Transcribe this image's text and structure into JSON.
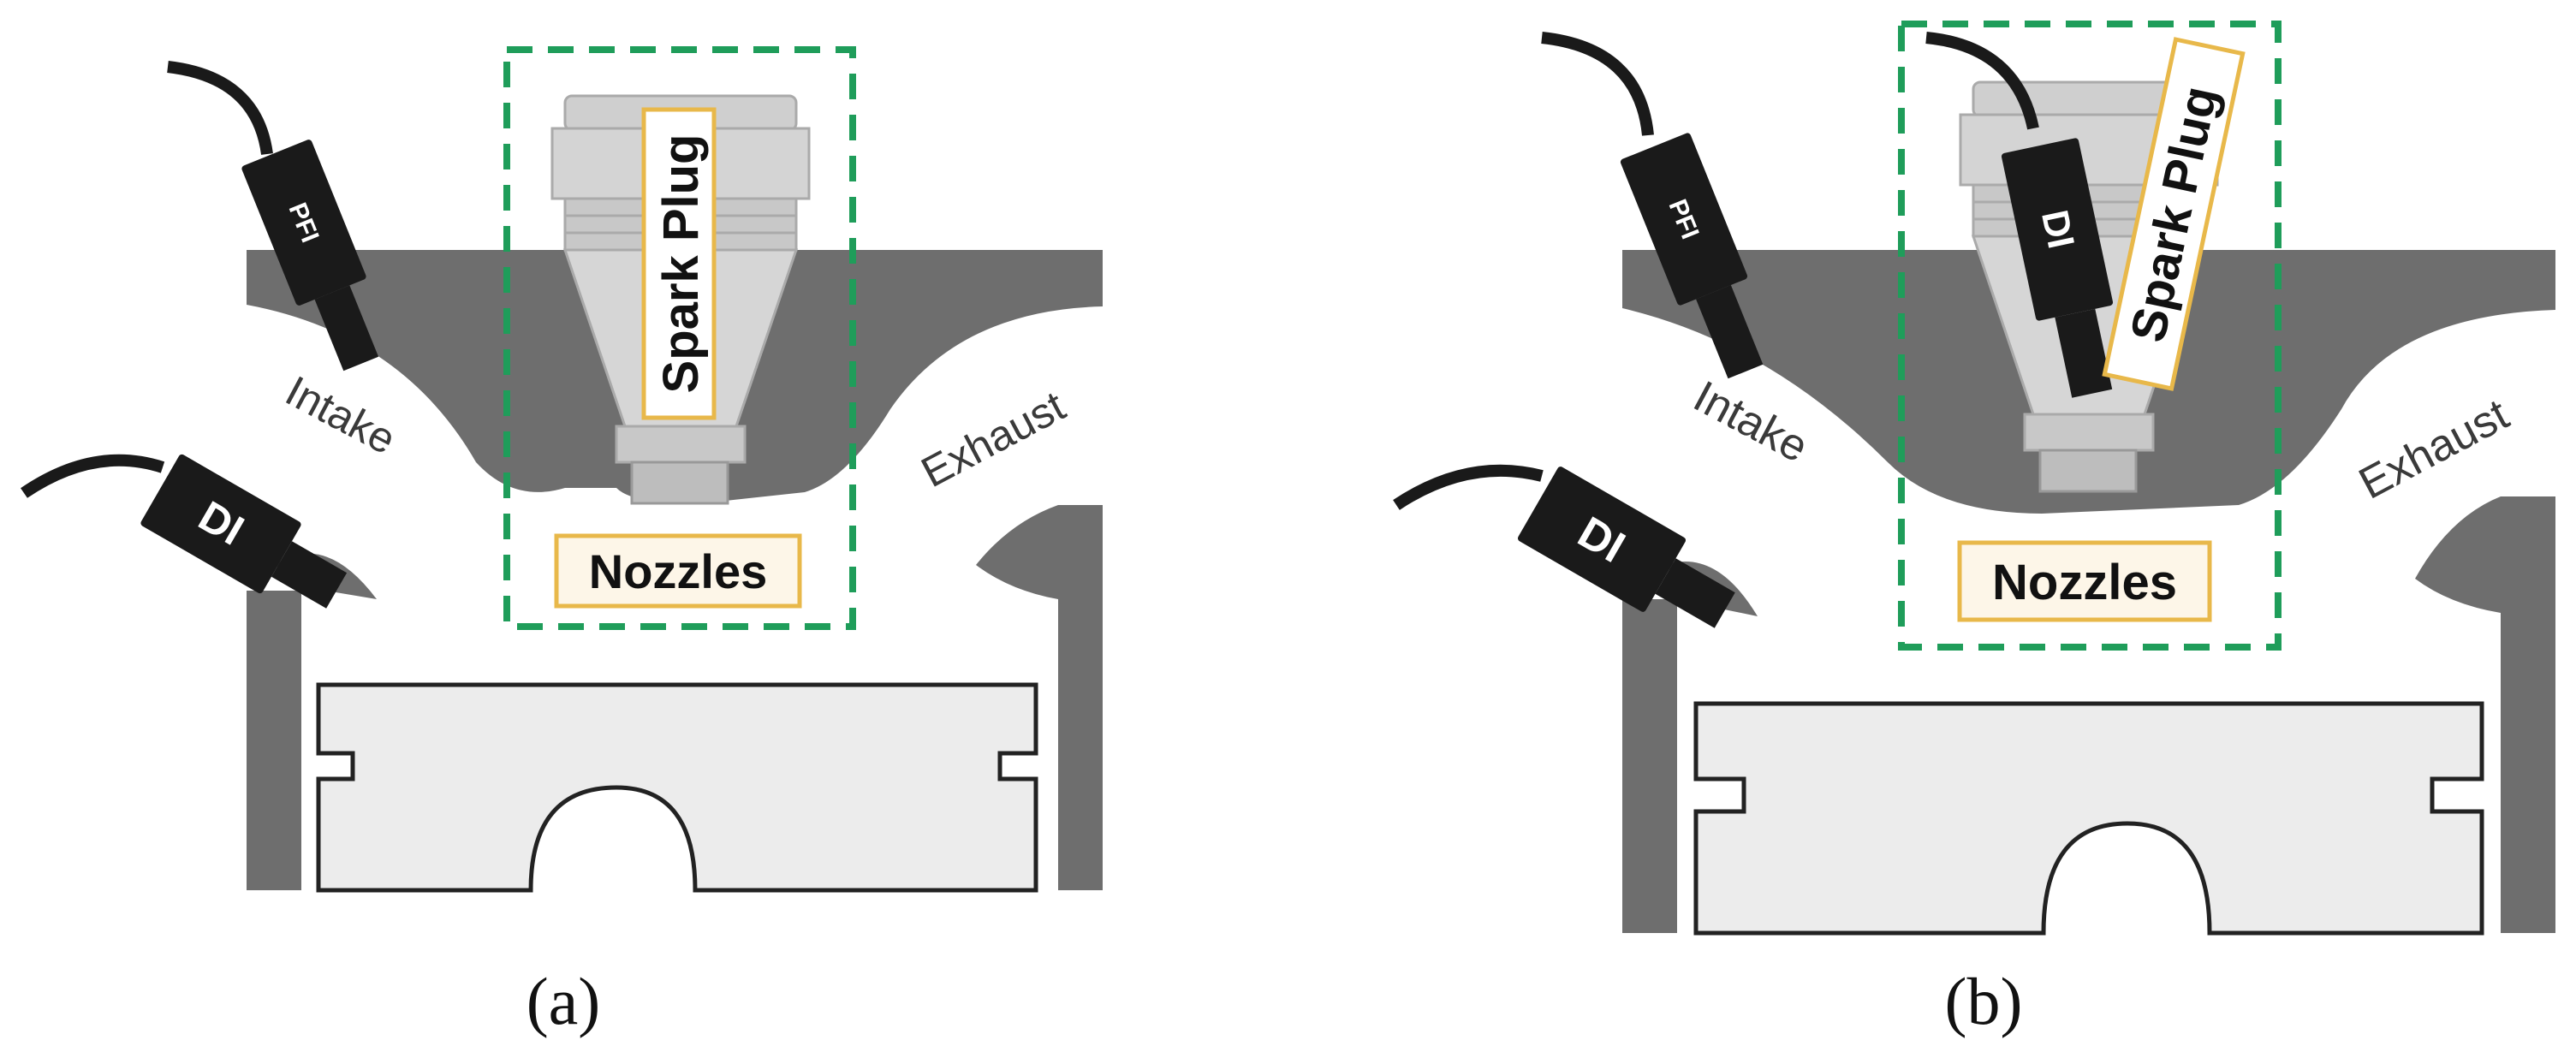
{
  "panel_a": {
    "caption": "(a)",
    "intake": "Intake",
    "exhaust": "Exhaust",
    "spark_plug": "Spark Plug",
    "nozzles": "Nozzles",
    "pfi": "PFI",
    "di": "DI"
  },
  "panel_b": {
    "caption": "(b)",
    "intake": "Intake",
    "exhaust": "Exhaust",
    "spark_plug": "Spark Plug",
    "nozzles": "Nozzles",
    "pfi": "PFI",
    "di_side": "DI",
    "di_central": "DI"
  },
  "colors": {
    "head": "#6e6e6e",
    "piston_fill": "#ececec",
    "plug_body": "#cfcfcf",
    "injector": "#1a1a1a",
    "highlight_box": "#e8b84a",
    "dashed_box": "#1f9d5a"
  }
}
